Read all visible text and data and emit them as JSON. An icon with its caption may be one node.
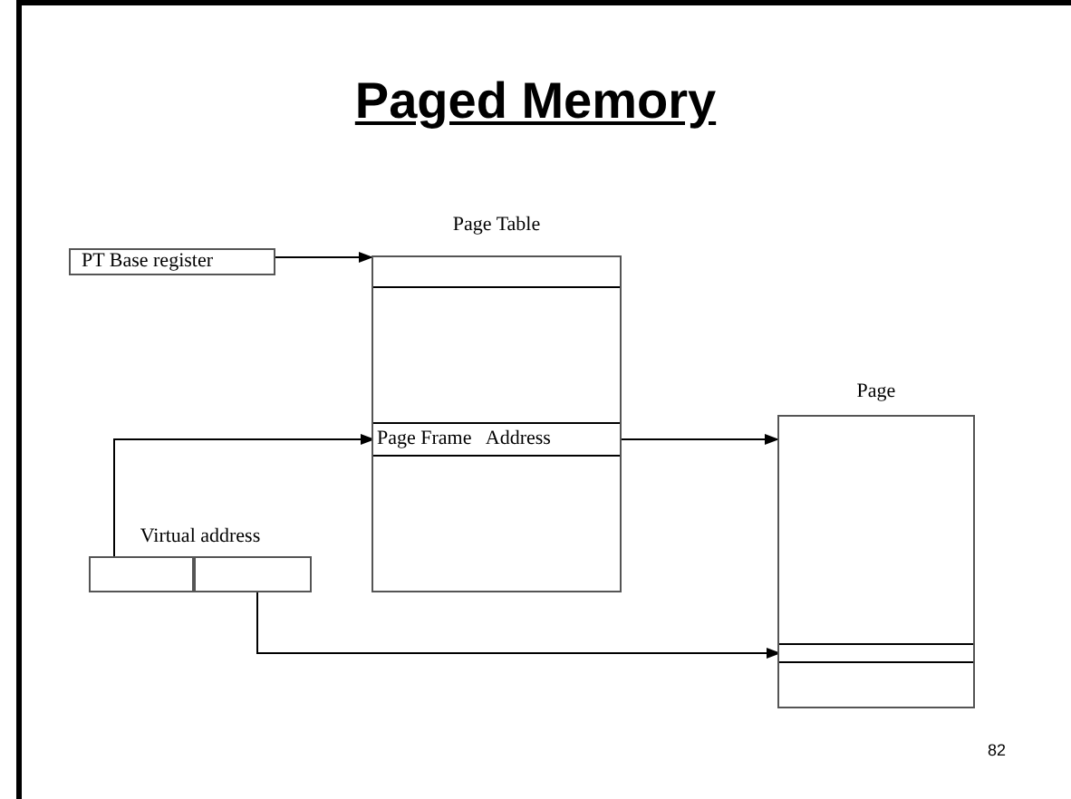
{
  "diagram": {
    "title": "Paged Memory",
    "nodes": [
      {
        "text": [
          "PT Base register"
        ]
      },
      {
        "text": [
          "Page Table"
        ]
      },
      {
        "text": [],
        "shape": "box",
        "in": 1
      },
      {
        "text": [
          "Page Frame   Address"
        ],
        "in": 1
      },
      {
        "text": [
          "Page"
        ]
      },
      {
        "text": [],
        "shape": "box",
        "in": 4
      },
      {
        "text": [
          "Virtual address"
        ]
      },
      {
        "text": [],
        "shape": "box",
        "in": 6
      },
      {
        "text": [],
        "shape": "box",
        "in": 6
      }
    ],
    "edges": [
      {
        "from": 0,
        "to": 1,
        "arrow": "to"
      },
      {
        "from": 7,
        "to": 3,
        "arrow": "to"
      },
      {
        "from": 3,
        "to": 4,
        "arrow": "to"
      },
      {
        "from": 8,
        "to": 5,
        "arrow": "to"
      }
    ],
    "labels": [
      "82"
    ]
  }
}
